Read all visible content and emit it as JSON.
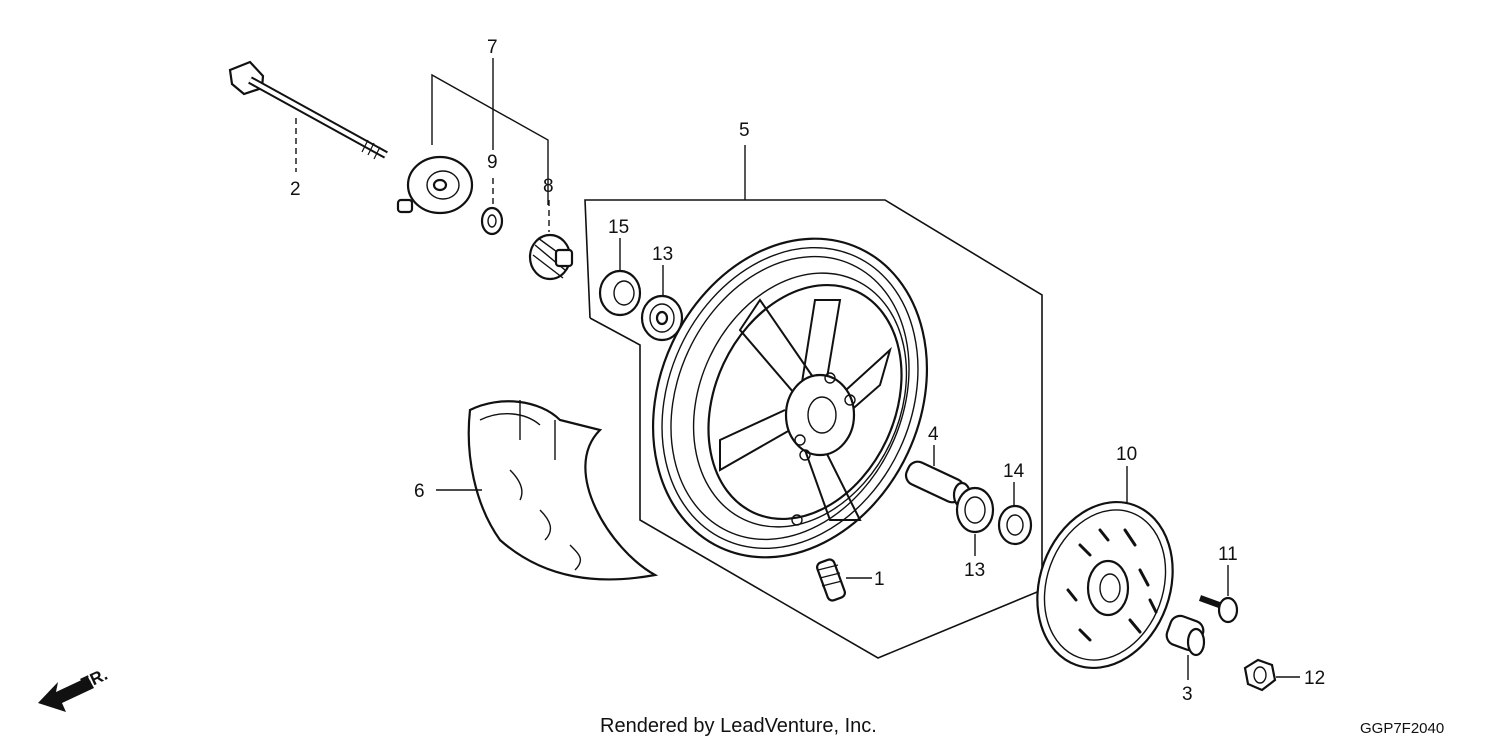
{
  "parts": [
    {
      "id": "1",
      "label": "1"
    },
    {
      "id": "2",
      "label": "2"
    },
    {
      "id": "3",
      "label": "3"
    },
    {
      "id": "4",
      "label": "4"
    },
    {
      "id": "5",
      "label": "5"
    },
    {
      "id": "6",
      "label": "6"
    },
    {
      "id": "7",
      "label": "7"
    },
    {
      "id": "8",
      "label": "8"
    },
    {
      "id": "9",
      "label": "9"
    },
    {
      "id": "10",
      "label": "10"
    },
    {
      "id": "11",
      "label": "11"
    },
    {
      "id": "12",
      "label": "12"
    },
    {
      "id": "13a",
      "label": "13"
    },
    {
      "id": "13b",
      "label": "13"
    },
    {
      "id": "14",
      "label": "14"
    },
    {
      "id": "15",
      "label": "15"
    }
  ],
  "direction_label": "FR.",
  "footer": {
    "credit": "Rendered by LeadVenture, Inc.",
    "diagram_code": "GGP7F2040"
  }
}
